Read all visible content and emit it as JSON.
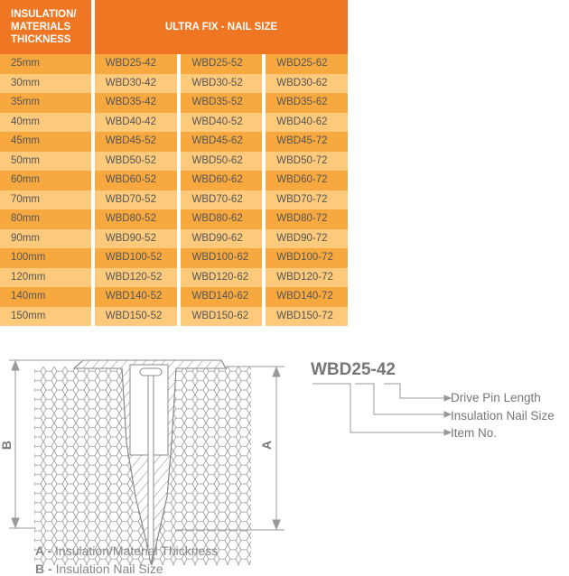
{
  "table": {
    "header_thickness": [
      "INSULATION/",
      "MATERIALS",
      "THICKNESS"
    ],
    "header_nail": "ULTRA FIX - NAIL SIZE",
    "rows": [
      [
        "25mm",
        "WBD25-42",
        "WBD25-52",
        "WBD25-62"
      ],
      [
        "30mm",
        "WBD30-42",
        "WBD30-52",
        "WBD30-62"
      ],
      [
        "35mm",
        "WBD35-42",
        "WBD35-52",
        "WBD35-62"
      ],
      [
        "40mm",
        "WBD40-42",
        "WBD40-52",
        "WBD40-62"
      ],
      [
        "45mm",
        "WBD45-52",
        "WBD45-62",
        "WBD45-72"
      ],
      [
        "50mm",
        "WBD50-52",
        "WBD50-62",
        "WBD50-72"
      ],
      [
        "60mm",
        "WBD60-52",
        "WBD60-62",
        "WBD60-72"
      ],
      [
        "70mm",
        "WBD70-52",
        "WBD70-62",
        "WBD70-72"
      ],
      [
        "80mm",
        "WBD80-52",
        "WBD80-62",
        "WBD80-72"
      ],
      [
        "90mm",
        "WBD90-52",
        "WBD90-62",
        "WBD90-72"
      ],
      [
        "100mm",
        "WBD100-52",
        "WBD100-62",
        "WBD100-72"
      ],
      [
        "120mm",
        "WBD120-52",
        "WBD120-62",
        "WBD120-72"
      ],
      [
        "140mm",
        "WBD140-52",
        "WBD140-62",
        "WBD140-72"
      ],
      [
        "150mm",
        "WBD150-52",
        "WBD150-62",
        "WBD150-72"
      ]
    ]
  },
  "diagram": {
    "label_b": "B",
    "label_a": "A",
    "code": "WBD25-42",
    "callouts": [
      "Drive Pin Length",
      "Insulation Nail Size",
      "Item No."
    ],
    "legend": [
      {
        "key": "A -",
        "text": "Insulation/Material Thickness"
      },
      {
        "key": "B -",
        "text": "Insulation Nail Size"
      }
    ]
  }
}
